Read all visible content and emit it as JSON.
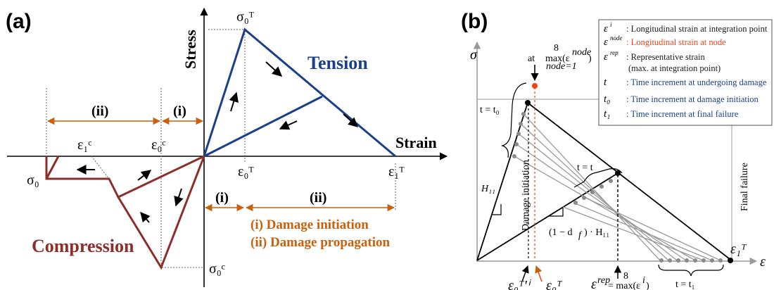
{
  "colors": {
    "tension": "#1a3f8b",
    "compression": "#8b2f2a",
    "annotation": "#c8600e",
    "node_strain": "#e8451b",
    "gray_lines": "#9a9a9a"
  },
  "panel_a": {
    "label": "(a)",
    "stress_axis": "Stress",
    "strain_axis": "Strain",
    "tension_label": "Tension",
    "compression_label": "Compression",
    "sigma0T": "σ₀ᵀ",
    "sigma0C": "σ₀ᶜ",
    "sigma0": "σ₀",
    "eps0T": "ε₀ᵀ",
    "eps1T": "ε₁ᵀ",
    "eps0C": "ε₀ᶜ",
    "eps1C": "ε₁ᶜ",
    "zone_i": "(i)",
    "zone_ii": "(ii)",
    "legend_i": "(i)  Damage initiation",
    "legend_ii": "(ii) Damage propagation"
  },
  "panel_b": {
    "label": "(b)",
    "sigma": "σ",
    "eps": "ε",
    "at_label": "at",
    "max_label": "max(ε",
    "t_eq_t0": "t = t₀",
    "t_eq_t": "t = t",
    "t_eq_t1": "t = t₁",
    "h11": "H₁₁",
    "slope_label": "(1 − d",
    "damage_initiation": "Damage initiation",
    "final_failure": "Final failure",
    "eps0Ti": "ε₀ᵀ'ⁱ",
    "eps0T": "ε₀ᵀ",
    "eps1T": "ε₁ᵀ",
    "eps_rep": "ε",
    "legend": [
      {
        "sym": "ε",
        "sup": "i",
        "text": ": Longitudinal strain at integration point",
        "color": "#1a1a1a"
      },
      {
        "sym": "ε",
        "sup": "node",
        "text": ": Longitudinal strain at node",
        "color": "#e8451b"
      },
      {
        "sym": "ε",
        "sup": "rep",
        "text": ": Representative strain",
        "color": "#1a1a1a"
      },
      {
        "sym": "",
        "sup": "",
        "text": "(max. at integration point)",
        "color": "#1a1a1a"
      },
      {
        "sym": "t",
        "sup": "",
        "text": ":   Time increment at undergoing damage",
        "color": "#1a3f8b"
      },
      {
        "sym": "t₀",
        "sup": "",
        "text": ":   Time increment at damage initiation",
        "color": "#1a3f8b"
      },
      {
        "sym": "t₁",
        "sup": "",
        "text": ":   Time increment at final failure",
        "color": "#1a3f8b"
      }
    ]
  }
}
